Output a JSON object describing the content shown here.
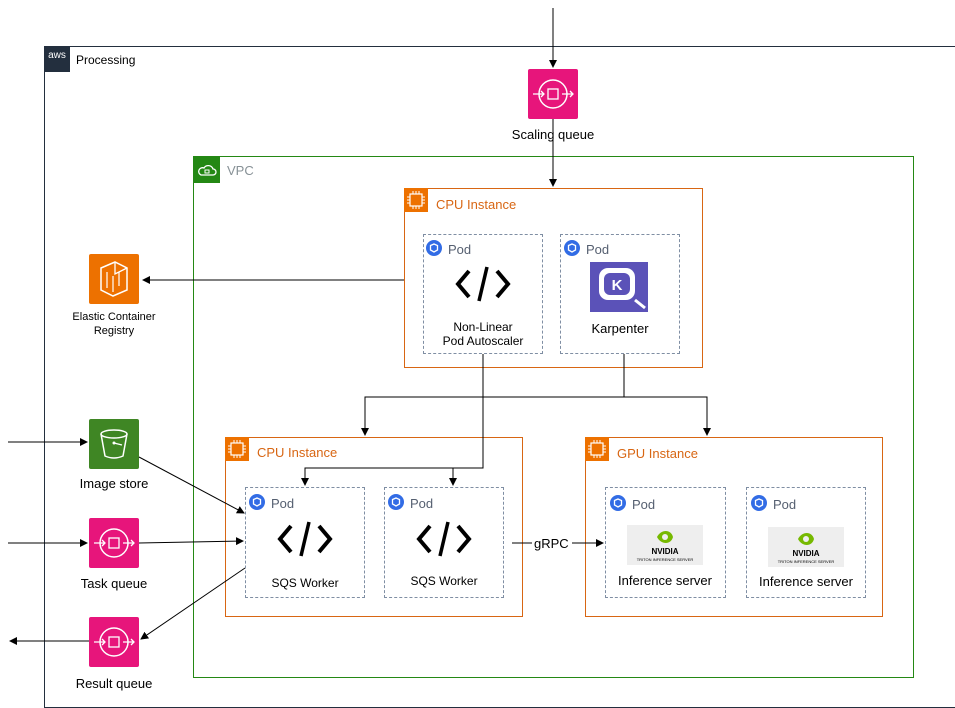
{
  "aws_group": {
    "label": "Processing",
    "badge": "aws"
  },
  "vpc_group": {
    "label": "VPC"
  },
  "scaling_queue": {
    "label": "Scaling queue"
  },
  "ecr": {
    "label_line1": "Elastic Container",
    "label_line2": "Registry"
  },
  "image_store": {
    "label": "Image store"
  },
  "task_queue": {
    "label": "Task queue"
  },
  "result_queue": {
    "label": "Result queue"
  },
  "cpu_top": {
    "label": "CPU Instance",
    "pod_autoscaler": {
      "pod_label": "Pod",
      "line1": "Non-Linear",
      "line2": "Pod Autoscaler"
    },
    "pod_karpenter": {
      "pod_label": "Pod",
      "name": "Karpenter"
    }
  },
  "cpu_bottom": {
    "label": "CPU Instance",
    "pod_worker1": {
      "pod_label": "Pod",
      "name": "SQS Worker"
    },
    "pod_worker2": {
      "pod_label": "Pod",
      "name": "SQS Worker"
    }
  },
  "gpu": {
    "label": "GPU Instance",
    "pod_inf1": {
      "pod_label": "Pod",
      "name": "Inference server",
      "logo_line1": "NVIDIA",
      "logo_line2": "TRITON INFERENCE SERVER"
    },
    "pod_inf2": {
      "pod_label": "Pod",
      "name": "Inference server",
      "logo_line1": "NVIDIA",
      "logo_line2": "TRITON INFERENCE SERVER"
    }
  },
  "edge_grpc": {
    "label": "gRPC"
  },
  "colors": {
    "sqs": "#e7157b",
    "s3": "#3f8624",
    "ecr": "#ed7100",
    "aws_border": "#232f3e",
    "vpc_border": "#248814",
    "ec2_border": "#d86613",
    "k8s": "#326ce5"
  }
}
